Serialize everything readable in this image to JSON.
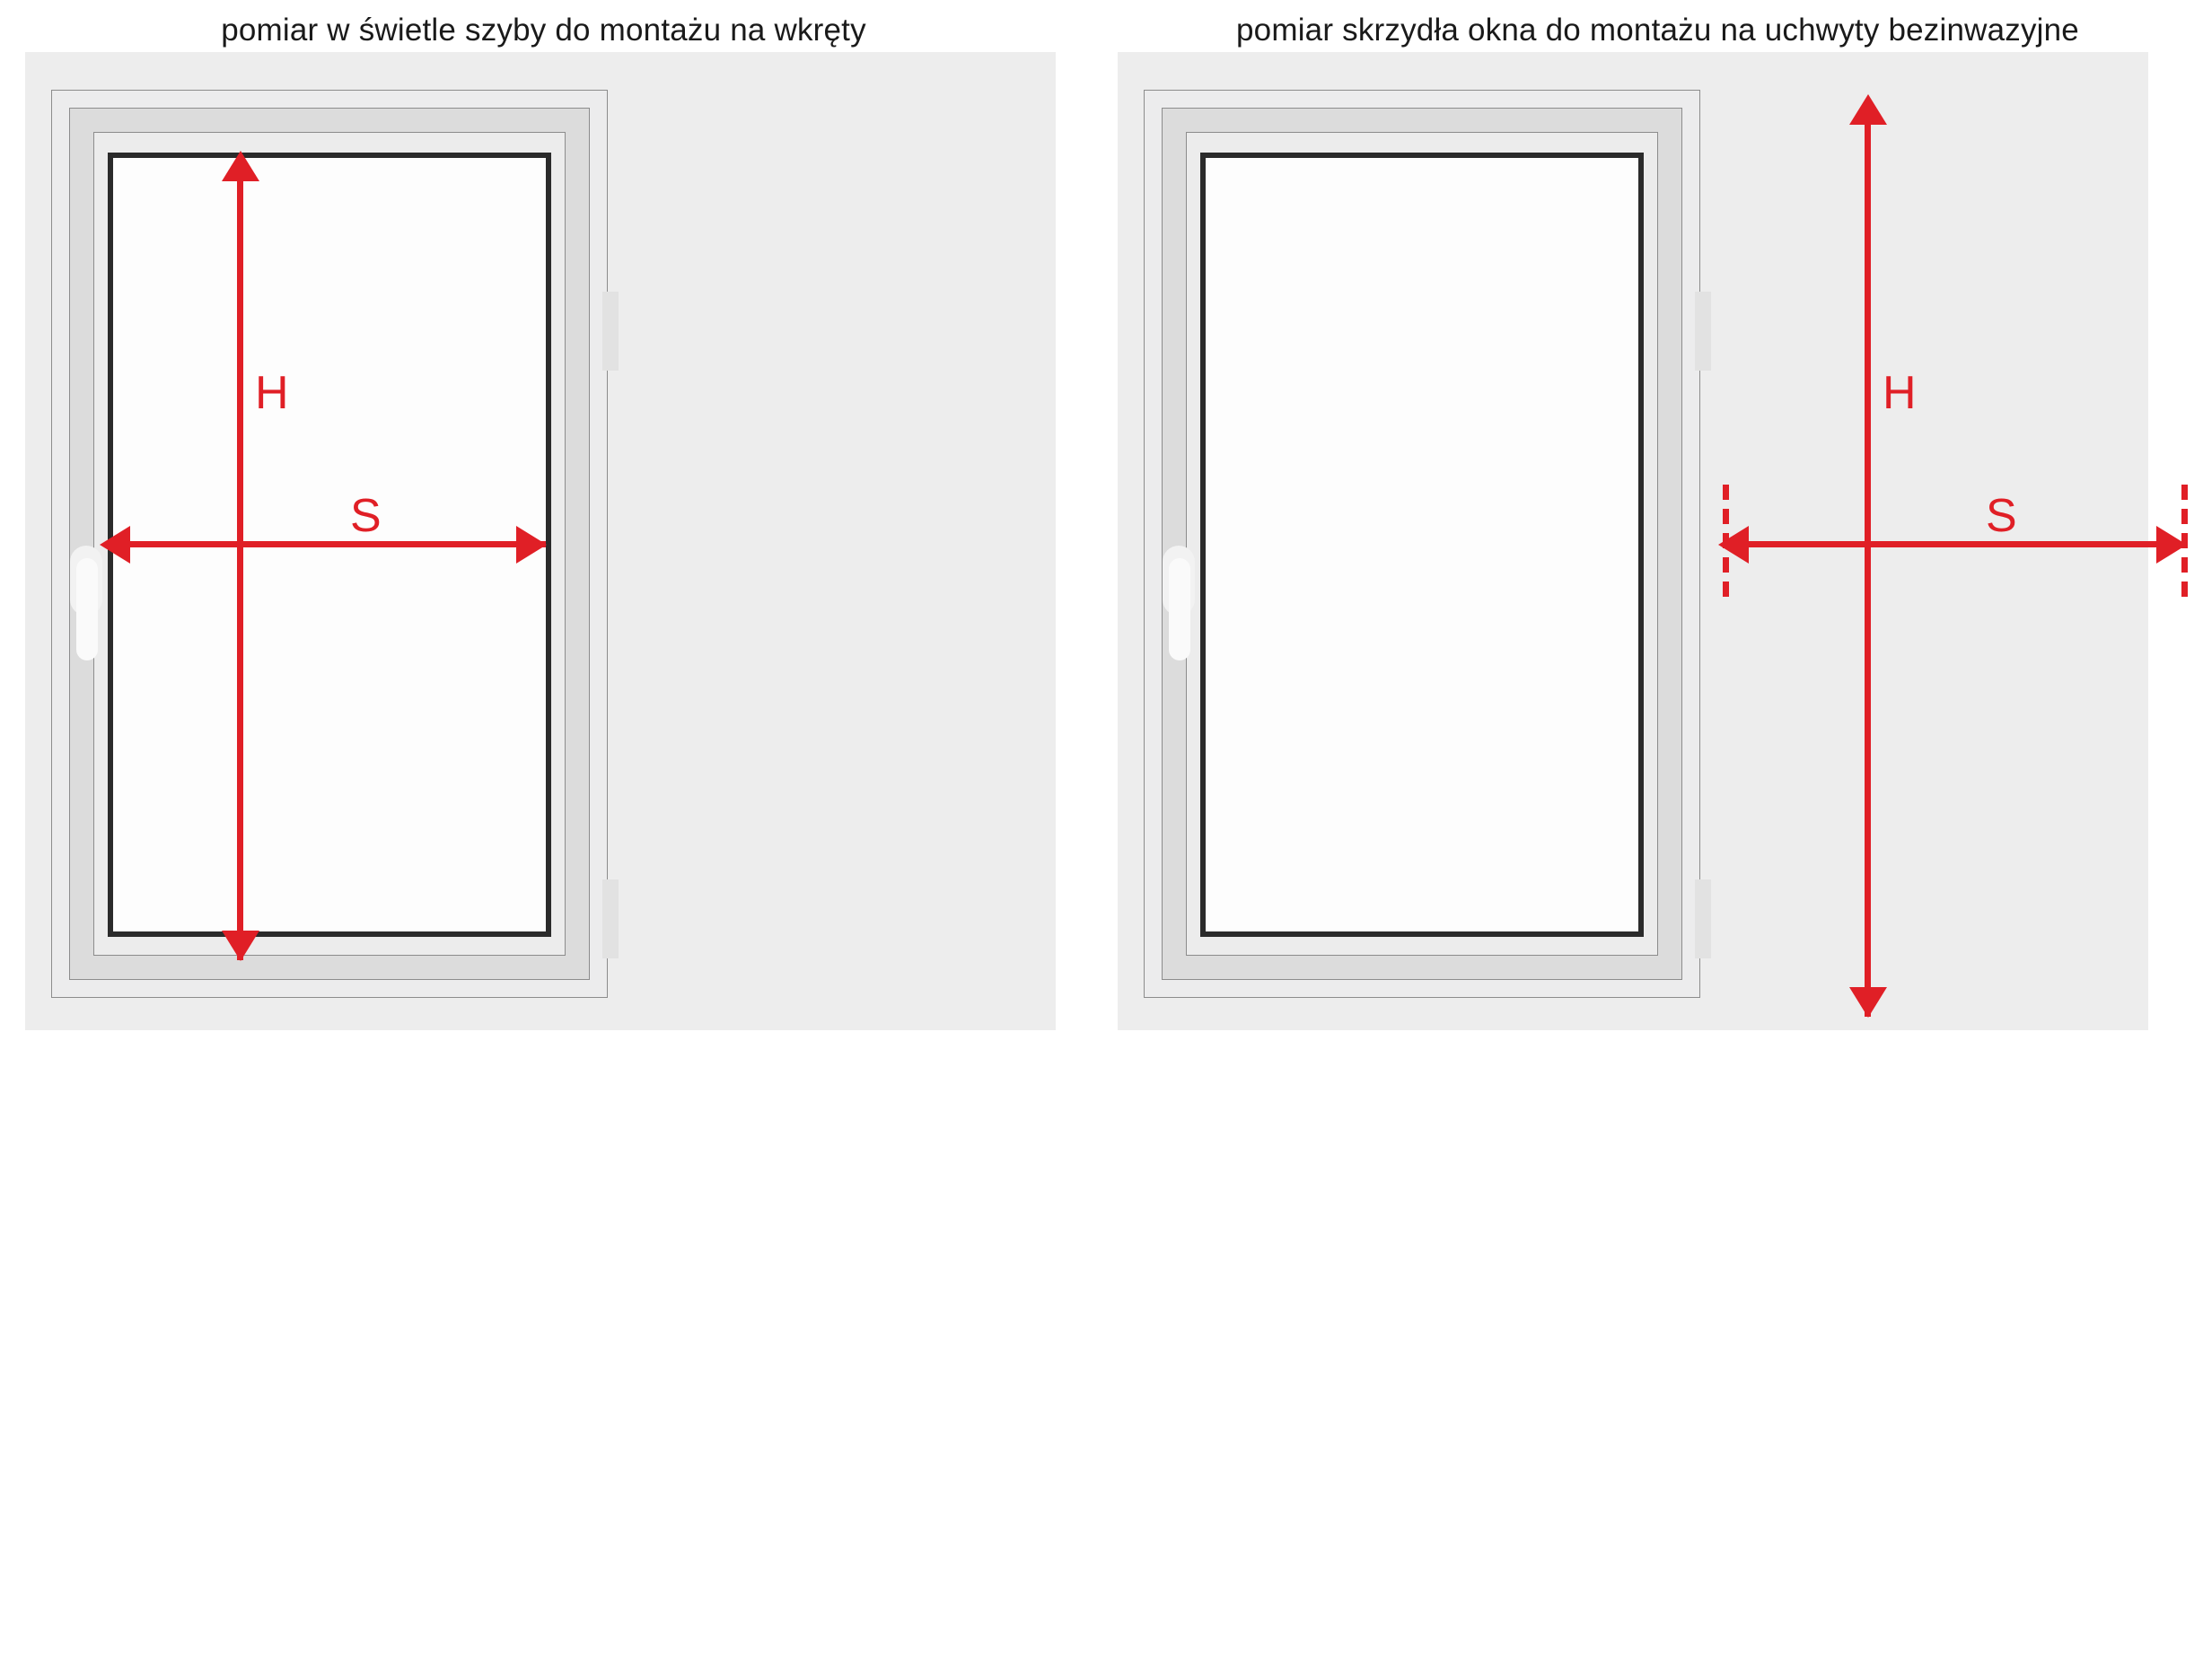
{
  "panels": [
    {
      "id": "screw-mount",
      "caption": "pomiar w świetle szyby do montażu na wkręty",
      "measure_mode": "glass-opening",
      "labels": {
        "height": "H",
        "width": "S"
      },
      "dimension_lines": {
        "vertical": {
          "symbol": "H",
          "spans": "glass opening",
          "arrowheads": "both"
        },
        "horizontal": {
          "symbol": "S",
          "spans": "glass opening",
          "arrowheads": "both"
        }
      },
      "hardware": {
        "handle": "left",
        "hinges": 2,
        "hinge_side": "right"
      },
      "reference_dashes": false
    },
    {
      "id": "clip-mount",
      "caption": "pomiar skrzydła okna do montażu na uchwyty bezinwazyjne",
      "measure_mode": "sash-outer",
      "labels": {
        "height": "H",
        "width": "S"
      },
      "dimension_lines": {
        "vertical": {
          "symbol": "H",
          "spans": "full sash",
          "arrowheads": "both"
        },
        "horizontal": {
          "symbol": "S",
          "spans": "full sash",
          "arrowheads": "both"
        }
      },
      "hardware": {
        "handle": "left",
        "hinges": 2,
        "hinge_side": "right"
      },
      "reference_dashes": true
    }
  ],
  "colors": {
    "dimension_red": "#e01f26",
    "glass_border": "#2b2b2b",
    "frame_face": "#ececed",
    "frame_band": "#dcdcdc",
    "wall": "#ededed",
    "caption_text": "#1a1a1a"
  }
}
